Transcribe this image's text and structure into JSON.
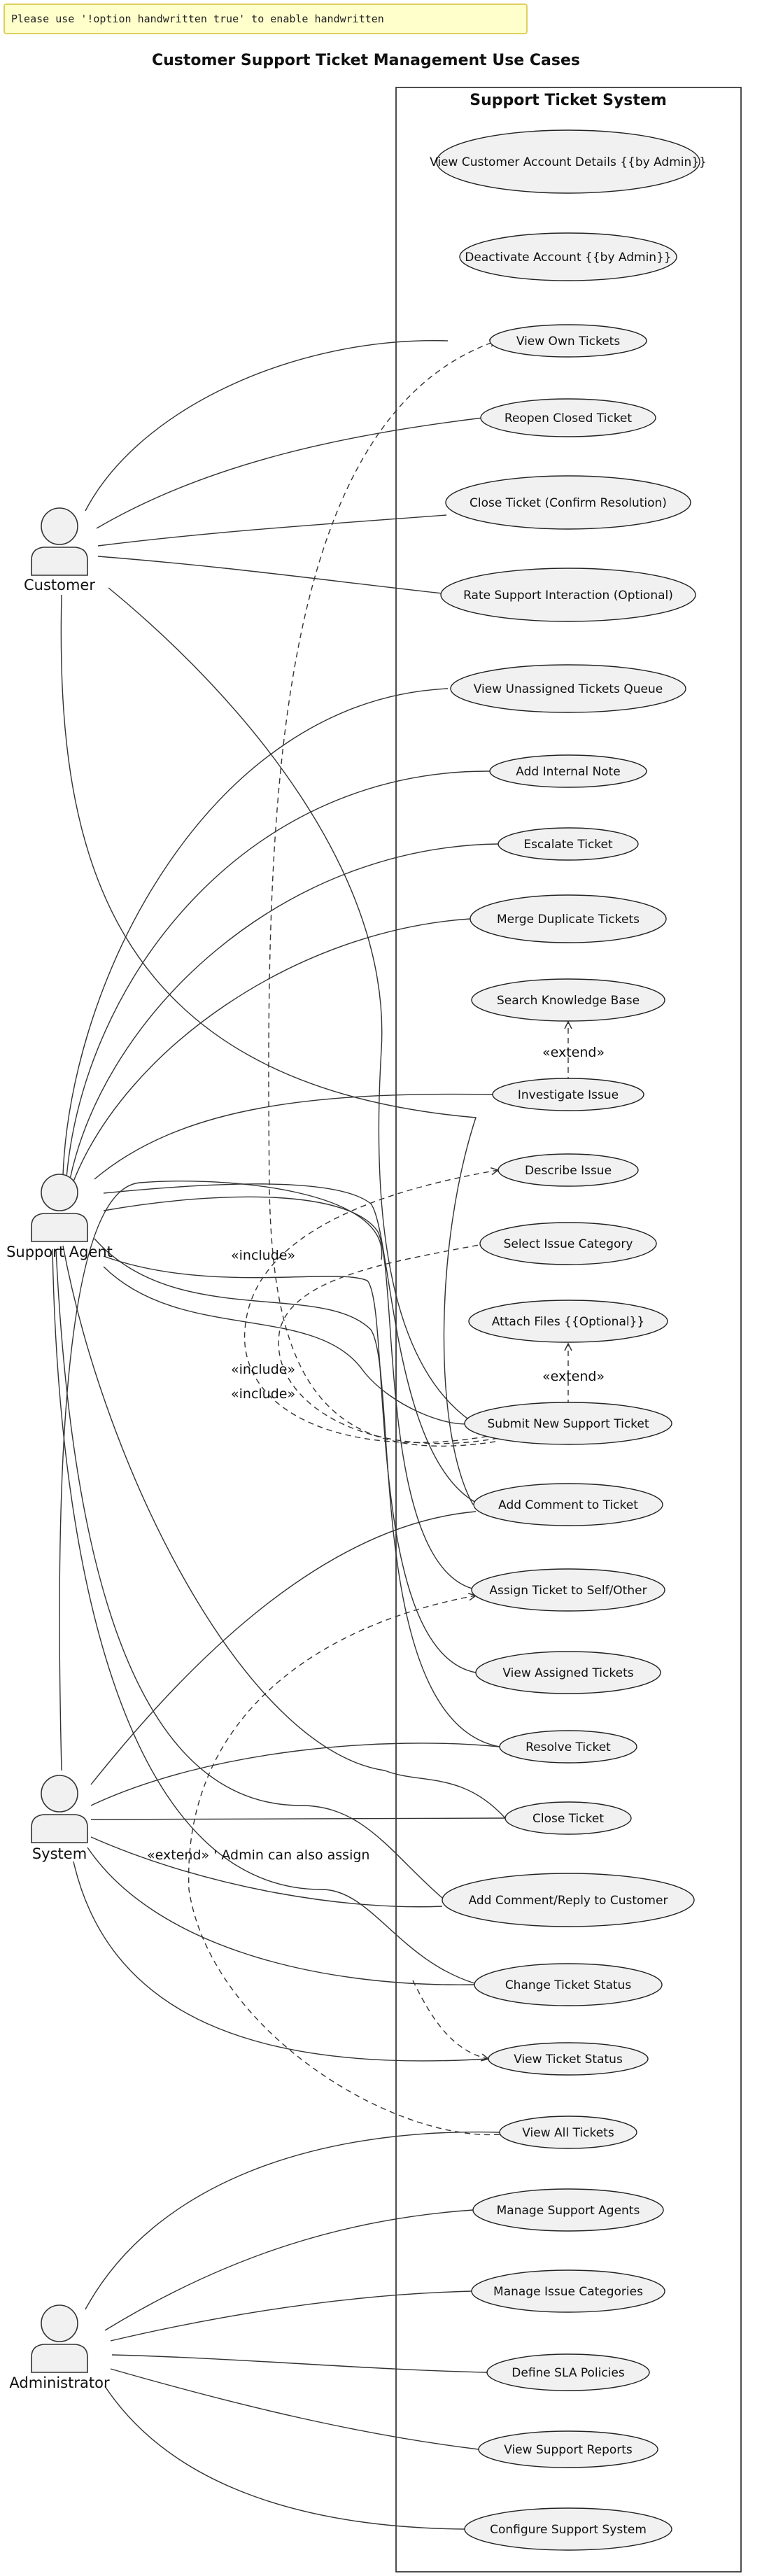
{
  "note": "Please use '!option handwritten true' to enable handwritten",
  "title": "Customer Support Ticket Management Use Cases",
  "system_title": "Support Ticket System",
  "actors": [
    {
      "id": "customer",
      "label": "Customer"
    },
    {
      "id": "agent",
      "label": "Support Agent"
    },
    {
      "id": "system",
      "label": "System"
    },
    {
      "id": "admin",
      "label": "Administrator"
    }
  ],
  "use_cases": [
    {
      "id": "uc01",
      "label": "View Customer Account Details {{by Admin}}"
    },
    {
      "id": "uc02",
      "label": "Deactivate Account {{by Admin}}"
    },
    {
      "id": "uc03",
      "label": "View Own Tickets"
    },
    {
      "id": "uc04",
      "label": "Reopen Closed Ticket"
    },
    {
      "id": "uc05",
      "label": "Close Ticket (Confirm Resolution)"
    },
    {
      "id": "uc06",
      "label": "Rate Support Interaction (Optional)"
    },
    {
      "id": "uc07",
      "label": "View Unassigned Tickets Queue"
    },
    {
      "id": "uc08",
      "label": "Add Internal Note"
    },
    {
      "id": "uc09",
      "label": "Escalate Ticket"
    },
    {
      "id": "uc10",
      "label": "Merge Duplicate Tickets"
    },
    {
      "id": "uc11",
      "label": "Search Knowledge Base"
    },
    {
      "id": "uc12",
      "label": "Investigate Issue"
    },
    {
      "id": "uc13",
      "label": "Describe Issue"
    },
    {
      "id": "uc14",
      "label": "Select Issue Category"
    },
    {
      "id": "uc15",
      "label": "Attach Files {{Optional}}"
    },
    {
      "id": "uc16",
      "label": "Submit New Support Ticket"
    },
    {
      "id": "uc17",
      "label": "Add Comment to Ticket"
    },
    {
      "id": "uc18",
      "label": "Assign Ticket to Self/Other"
    },
    {
      "id": "uc19",
      "label": "View Assigned Tickets"
    },
    {
      "id": "uc20",
      "label": "Resolve Ticket"
    },
    {
      "id": "uc21",
      "label": "Close Ticket"
    },
    {
      "id": "uc22",
      "label": "Add Comment/Reply to Customer"
    },
    {
      "id": "uc23",
      "label": "Change Ticket Status"
    },
    {
      "id": "uc24",
      "label": "View Ticket Status"
    },
    {
      "id": "uc25",
      "label": "View All Tickets"
    },
    {
      "id": "uc26",
      "label": "Manage Support Agents"
    },
    {
      "id": "uc27",
      "label": "Manage Issue Categories"
    },
    {
      "id": "uc28",
      "label": "Define SLA Policies"
    },
    {
      "id": "uc29",
      "label": "View Support Reports"
    },
    {
      "id": "uc30",
      "label": "Configure Support System"
    }
  ],
  "relation_labels": {
    "extend_knowledge": "«extend»",
    "extend_attach": "«extend»",
    "include_1": "«include»",
    "include_2": "«include»",
    "include_3": "«include»",
    "extend_assign": "«extend» ' Admin can also assign"
  }
}
